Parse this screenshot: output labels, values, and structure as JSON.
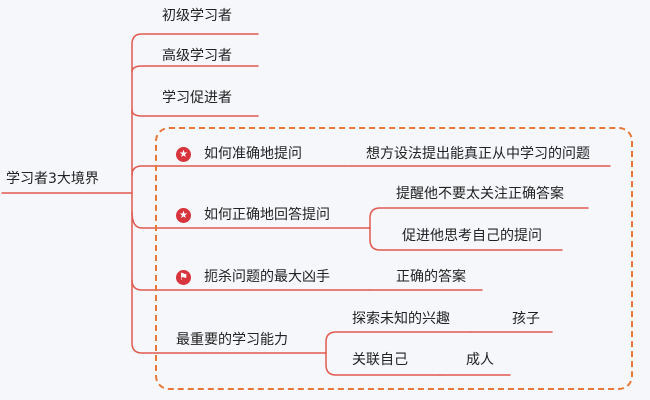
{
  "root": {
    "label": "学习者3大境界"
  },
  "levels": [
    {
      "label": "初级学习者"
    },
    {
      "label": "高级学习者"
    },
    {
      "label": "学习促进者"
    }
  ],
  "group": {
    "topics": [
      {
        "label": "如何准确地提问",
        "icon": "star-icon",
        "children": [
          {
            "label": "想方设法提出能真正从中学习的问题"
          }
        ]
      },
      {
        "label": "如何正确地回答提问",
        "icon": "star-icon",
        "children": [
          {
            "label": "提醒他不要太关注正确答案"
          },
          {
            "label": "促进他思考自己的提问"
          }
        ]
      },
      {
        "label": "扼杀问题的最大凶手",
        "icon": "flag-icon",
        "children": [
          {
            "label": "正确的答案"
          }
        ]
      },
      {
        "label": "最重要的学习能力",
        "icon": "",
        "children": [
          {
            "label": "探索未知的兴趣",
            "children": [
              {
                "label": "孩子"
              }
            ]
          },
          {
            "label": "关联自己",
            "children": [
              {
                "label": "成人"
              }
            ]
          }
        ]
      }
    ]
  },
  "colors": {
    "line": "#e05a4f",
    "frame": "#e8783a",
    "badge": "#d8343d",
    "background": "#f5f7fa"
  }
}
